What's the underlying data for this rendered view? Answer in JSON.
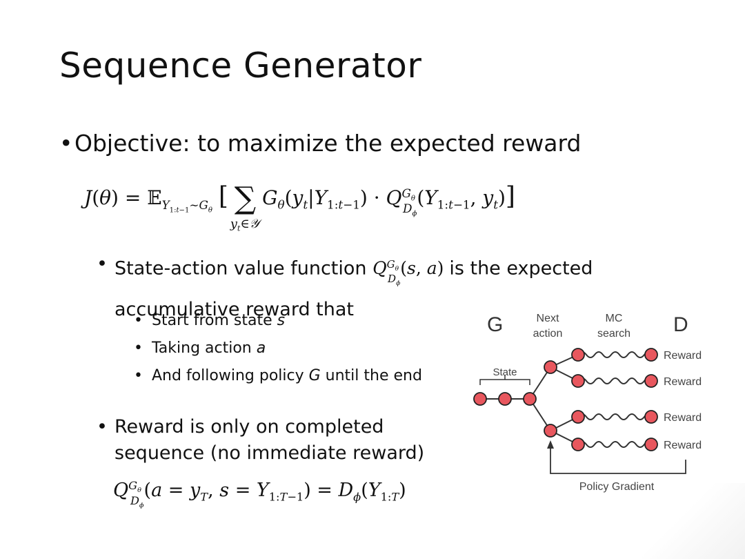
{
  "slide": {
    "title": "Sequence Generator",
    "bullet1": "Objective: to maximize the expected reward",
    "bullet2_pre": "State-action value function",
    "bullet2_post": "is the expected",
    "bullet2_line2": "accumulative reward that",
    "sub_bullets": [
      {
        "pre": "Start from state ",
        "var": "s",
        "post": ""
      },
      {
        "pre": "Taking action ",
        "var": "a",
        "post": ""
      },
      {
        "pre": "And following policy ",
        "var": "G",
        "post": " until the end"
      }
    ],
    "bullet3_line1": "Reward is only on completed",
    "bullet3_line2": "sequence (no immediate reward)"
  },
  "diagram": {
    "labels": {
      "g": "G",
      "next_action": [
        "Next",
        "action"
      ],
      "mc_search": [
        "MC",
        "search"
      ],
      "d": "D",
      "state": "State",
      "policy_gradient": "Policy Gradient"
    },
    "rewards": [
      "Reward",
      "Reward",
      "Reward",
      "Reward"
    ],
    "node_color": "#e8575e",
    "node_stroke": "#222222"
  }
}
